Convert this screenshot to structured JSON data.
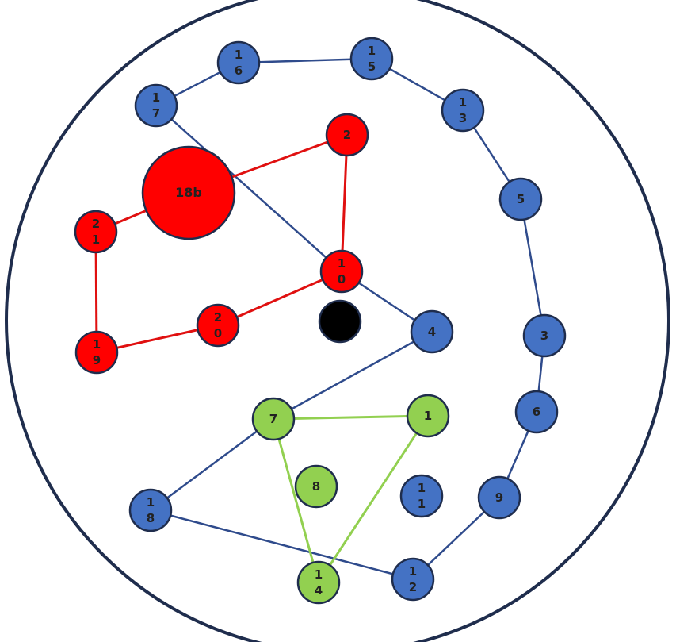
{
  "colors": {
    "background": "#ffffff",
    "outline": "#1f2d4d",
    "blue": "#4472c4",
    "red": "#ff0000",
    "green": "#92d050",
    "black": "#000000",
    "blue_edge": "#2f4b8c",
    "red_edge": "#e01010",
    "green_edge": "#92d050"
  },
  "nodes": [
    {
      "id": "n16",
      "label": [
        "1",
        "6"
      ],
      "group": "blue"
    },
    {
      "id": "n15",
      "label": [
        "1",
        "5"
      ],
      "group": "blue"
    },
    {
      "id": "n17",
      "label": [
        "1",
        "7"
      ],
      "group": "blue"
    },
    {
      "id": "n13",
      "label": [
        "1",
        "3"
      ],
      "group": "blue"
    },
    {
      "id": "n5",
      "label": [
        "5"
      ],
      "group": "blue"
    },
    {
      "id": "n3",
      "label": [
        "3"
      ],
      "group": "blue"
    },
    {
      "id": "n6",
      "label": [
        "6"
      ],
      "group": "blue"
    },
    {
      "id": "n9",
      "label": [
        "9"
      ],
      "group": "blue"
    },
    {
      "id": "n12",
      "label": [
        "1",
        "2"
      ],
      "group": "blue"
    },
    {
      "id": "n18",
      "label": [
        "1",
        "8"
      ],
      "group": "blue"
    },
    {
      "id": "n4",
      "label": [
        "4"
      ],
      "group": "blue"
    },
    {
      "id": "n11",
      "label": [
        "1",
        "1"
      ],
      "group": "blue"
    },
    {
      "id": "n2",
      "label": [
        "2"
      ],
      "group": "red"
    },
    {
      "id": "n18b",
      "label": [
        "18b"
      ],
      "group": "red",
      "size": "large"
    },
    {
      "id": "n21",
      "label": [
        "2",
        "1"
      ],
      "group": "red"
    },
    {
      "id": "n10",
      "label": [
        "1",
        "0"
      ],
      "group": "red"
    },
    {
      "id": "n20",
      "label": [
        "2",
        "0"
      ],
      "group": "red"
    },
    {
      "id": "n19",
      "label": [
        "1",
        "9"
      ],
      "group": "red"
    },
    {
      "id": "n7",
      "label": [
        "7"
      ],
      "group": "green"
    },
    {
      "id": "n1",
      "label": [
        "1"
      ],
      "group": "green"
    },
    {
      "id": "n8",
      "label": [
        "8"
      ],
      "group": "green"
    },
    {
      "id": "n14",
      "label": [
        "1",
        "4"
      ],
      "group": "green"
    },
    {
      "id": "center",
      "label": [],
      "group": "black"
    }
  ],
  "edges": [
    {
      "from": "n17",
      "to": "n16",
      "group": "blue"
    },
    {
      "from": "n16",
      "to": "n15",
      "group": "blue"
    },
    {
      "from": "n15",
      "to": "n13",
      "group": "blue"
    },
    {
      "from": "n13",
      "to": "n5",
      "group": "blue"
    },
    {
      "from": "n5",
      "to": "n3",
      "group": "blue"
    },
    {
      "from": "n3",
      "to": "n6",
      "group": "blue"
    },
    {
      "from": "n6",
      "to": "n9",
      "group": "blue"
    },
    {
      "from": "n9",
      "to": "n12",
      "group": "blue"
    },
    {
      "from": "n12",
      "to": "n18",
      "group": "blue"
    },
    {
      "from": "n18",
      "to": "n7",
      "group": "blue"
    },
    {
      "from": "n7",
      "to": "n4",
      "group": "blue"
    },
    {
      "from": "n4",
      "to": "n10",
      "group": "blue"
    },
    {
      "from": "n10",
      "to": "n17",
      "group": "blue"
    },
    {
      "from": "n2",
      "to": "n18b",
      "group": "red"
    },
    {
      "from": "n18b",
      "to": "n21",
      "group": "red"
    },
    {
      "from": "n21",
      "to": "n19",
      "group": "red"
    },
    {
      "from": "n19",
      "to": "n20",
      "group": "red"
    },
    {
      "from": "n20",
      "to": "n10",
      "group": "red"
    },
    {
      "from": "n10",
      "to": "n2",
      "group": "red"
    },
    {
      "from": "n7",
      "to": "n1",
      "group": "green"
    },
    {
      "from": "n1",
      "to": "n14",
      "group": "green"
    },
    {
      "from": "n14",
      "to": "n7",
      "group": "green"
    }
  ]
}
